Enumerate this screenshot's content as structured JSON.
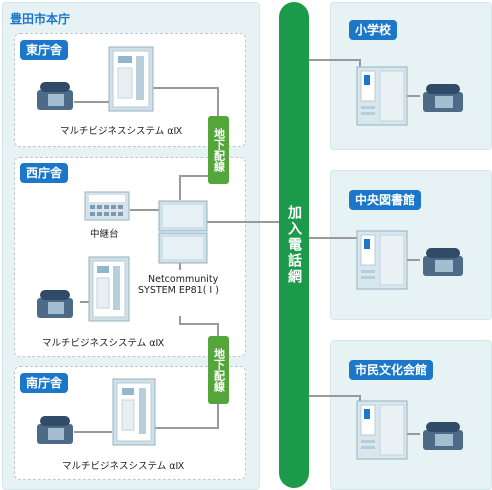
{
  "city_hall": {
    "title": "豊田市本庁",
    "east": {
      "tag": "東庁舎",
      "pbx_label": "マルチビジネスシステム αⅨ"
    },
    "west": {
      "tag": "西庁舎",
      "relay_label": "中継台",
      "ep_label_line1": "Netcommunity",
      "ep_label_line2": "SYSTEM EP81( I )",
      "pbx_label": "マルチビジネスシステム αⅨ"
    },
    "south": {
      "tag": "南庁舎",
      "pbx_label": "マルチビジネスシステム αⅨ"
    },
    "underground_wiring": "地下配線"
  },
  "subscriber_network": "加入電話網",
  "remote_sites": [
    {
      "tag": "小学校"
    },
    {
      "tag": "中央図書館"
    },
    {
      "tag": "市民文化会館"
    }
  ],
  "colors": {
    "blue_tag": "#1c77c9",
    "backbone_green": "#1b9a49",
    "wiring_green": "#55a63a",
    "panel_bg": "#e7f2f4"
  },
  "icons": [
    "phone-icon",
    "pbx-server-icon",
    "relay-console-icon"
  ]
}
